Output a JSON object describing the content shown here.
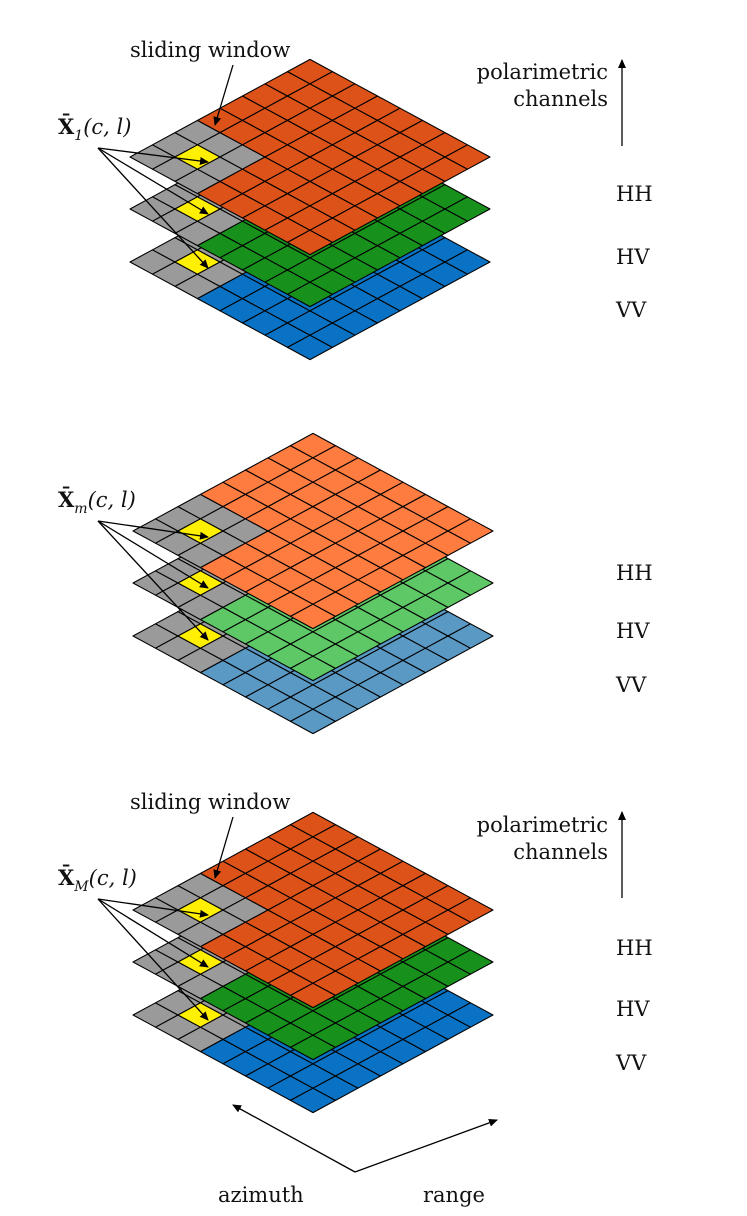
{
  "panels": [
    {
      "math_label": {
        "bold": "X̄",
        "sub": "1",
        "args": "(c, l)"
      },
      "sliding_window_label": "sliding window",
      "polarimetric_label": [
        "polarimetric",
        "channels"
      ],
      "channels": [
        "HH",
        "HV",
        "VV"
      ]
    },
    {
      "math_label": {
        "bold": "X̄",
        "sub": "m",
        "args": "(c, l)"
      },
      "sliding_window_label": "",
      "polarimetric_label": [],
      "channels": [
        "HH",
        "HV",
        "VV"
      ]
    },
    {
      "math_label": {
        "bold": "X̄",
        "sub": "M",
        "args": "(c, l)"
      },
      "sliding_window_label": "sliding window",
      "polarimetric_label": [
        "polarimetric",
        "channels"
      ],
      "channels": [
        "HH",
        "HV",
        "VV"
      ]
    }
  ],
  "axes": {
    "azimuth": "azimuth",
    "range": "range"
  },
  "colors": {
    "window": "#9a9a9a",
    "center": "#ffef00",
    "bright": {
      "HH": "#dc5218",
      "HV": "#18911c",
      "VV": "#0a72c4"
    },
    "light": {
      "HH": "#ff7c40",
      "HV": "#5ec866",
      "VV": "#5a99c4"
    }
  }
}
